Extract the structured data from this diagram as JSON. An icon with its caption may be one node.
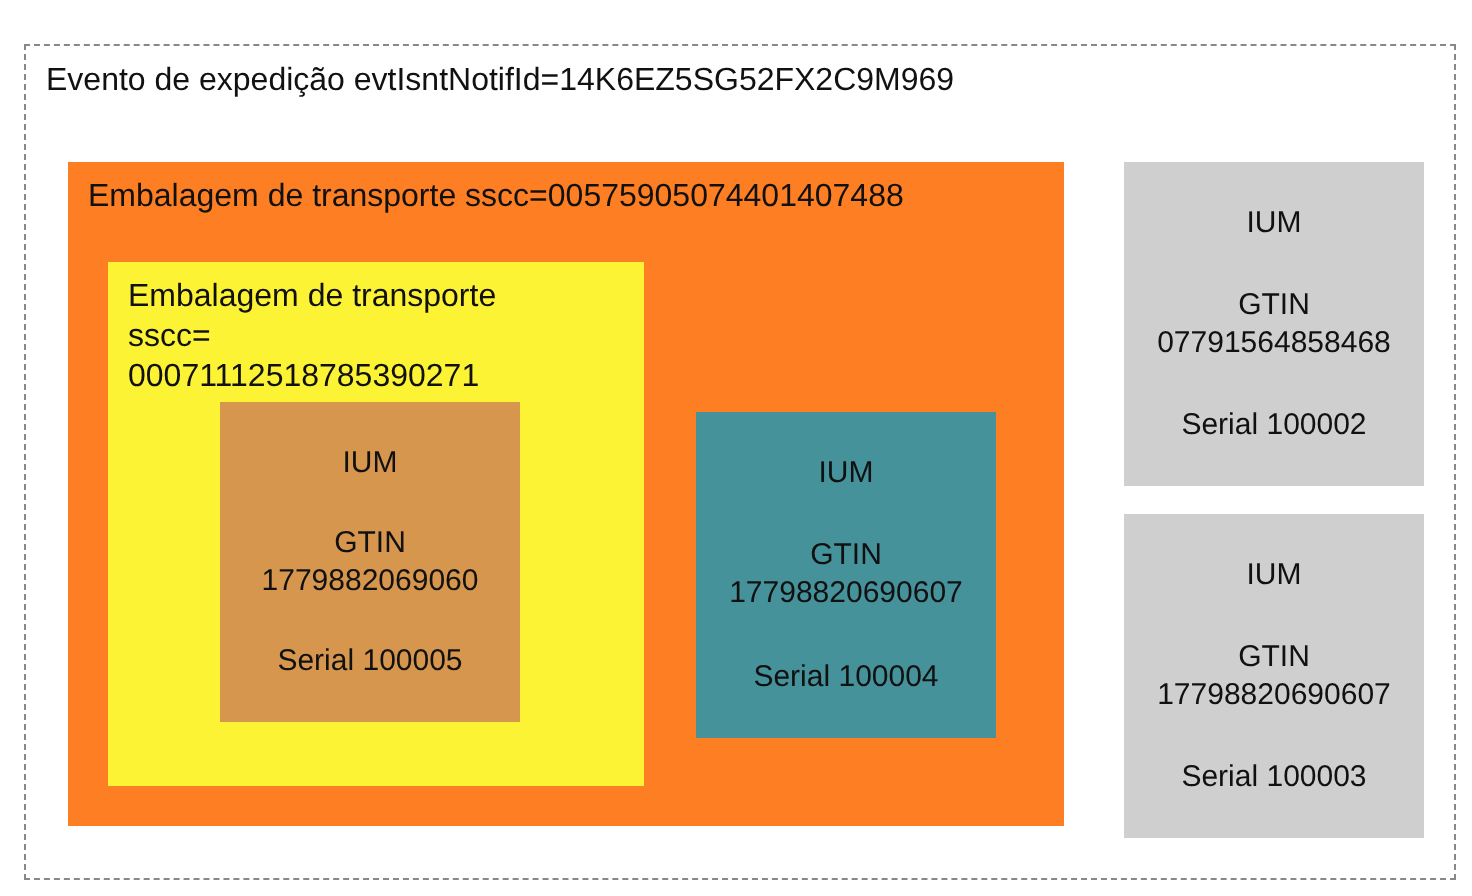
{
  "diagram": {
    "nodes": [
      {
        "text": [
          "Evento de expedição evtIsntNotifId=14K6EZ5SG52FX2C9M969"
        ]
      },
      {
        "text": [
          "Embalagem de transporte sscc=00575905074401407488"
        ],
        "in": 0
      },
      {
        "text": [
          "Embalagem de transporte sscc= 00071112518785390271"
        ],
        "in": 1
      },
      {
        "text": [
          "IUM",
          "GTIN 1779882069060",
          "Serial 100005"
        ],
        "in": 2
      },
      {
        "text": [
          "IUM",
          "GTIN 17798820690607",
          "Serial 100004"
        ],
        "in": 1
      },
      {
        "text": [
          "IUM",
          "GTIN 07791564858468",
          "Serial 100002"
        ],
        "in": 0
      },
      {
        "text": [
          "IUM",
          "GTIN 17798820690607",
          "Serial 100003"
        ],
        "in": 0
      }
    ],
    "edges": []
  }
}
